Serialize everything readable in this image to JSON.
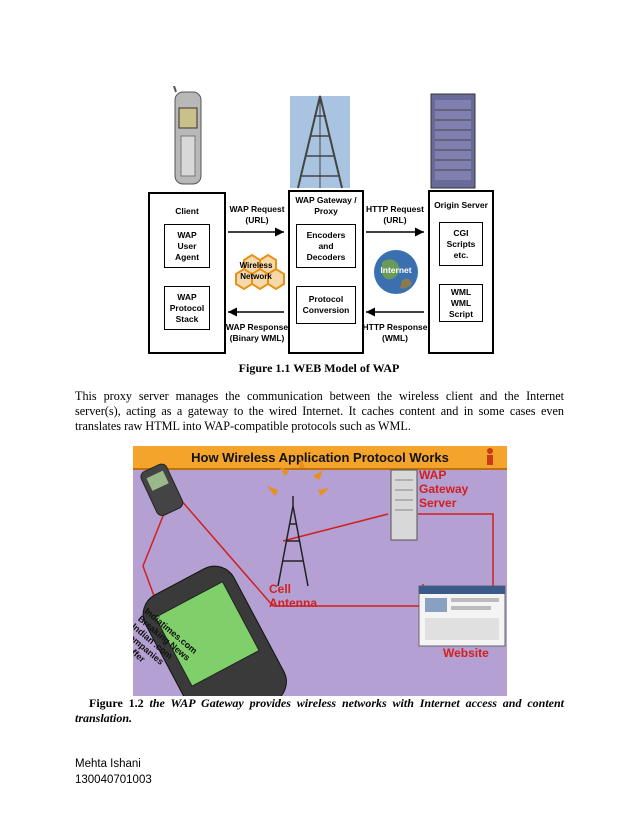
{
  "figure1": {
    "client": {
      "title": "Client",
      "agent": "WAP\nUser\nAgent",
      "stack": "WAP\nProtocol\nStack"
    },
    "gateway": {
      "title": "WAP Gateway /\nProxy",
      "encoders": "Encoders\nand\nDecoders",
      "conversion": "Protocol\nConversion"
    },
    "origin": {
      "title": "Origin Server",
      "cgi": "CGI\nScripts\netc.",
      "wml": "WML\nWML Script"
    },
    "wap_request": "WAP Request\n(URL)",
    "wap_response": "WAP Response\n(Binary WML)",
    "http_request": "HTTP Request\n(URL)",
    "http_response": "HTTP Response\n(WML)",
    "wireless_network": "Wireless\nNetwork",
    "internet": "Internet",
    "caption": "Figure 1.1 WEB Model of WAP"
  },
  "paragraph": "This proxy server manages the communication between the wireless client and the Internet server(s), acting as a gateway to the wired Internet. It caches content and in some cases even translates raw HTML into WAP-compatible protocols such as WML.",
  "figure2": {
    "title": "How Wireless Application Protocol Works",
    "gateway_label": "WAP\nGateway\nServer",
    "antenna_label": "Cell\nAntenna",
    "website_label": "Website",
    "phone_screen": "Indiatimes.com\nBreaking News\nIndian .com\ncompanies\nto offer",
    "caption_prefix": "Figure 1.2",
    "caption_rest": "the WAP Gateway provides wireless networks with Internet access and content translation."
  },
  "footer": {
    "name": "Mehta Ishani",
    "id": "130040701003"
  },
  "colors": {
    "banner": "#f4a42a",
    "panel": "#b4a0d2",
    "red": "#d02020",
    "orange": "#e8901a"
  }
}
